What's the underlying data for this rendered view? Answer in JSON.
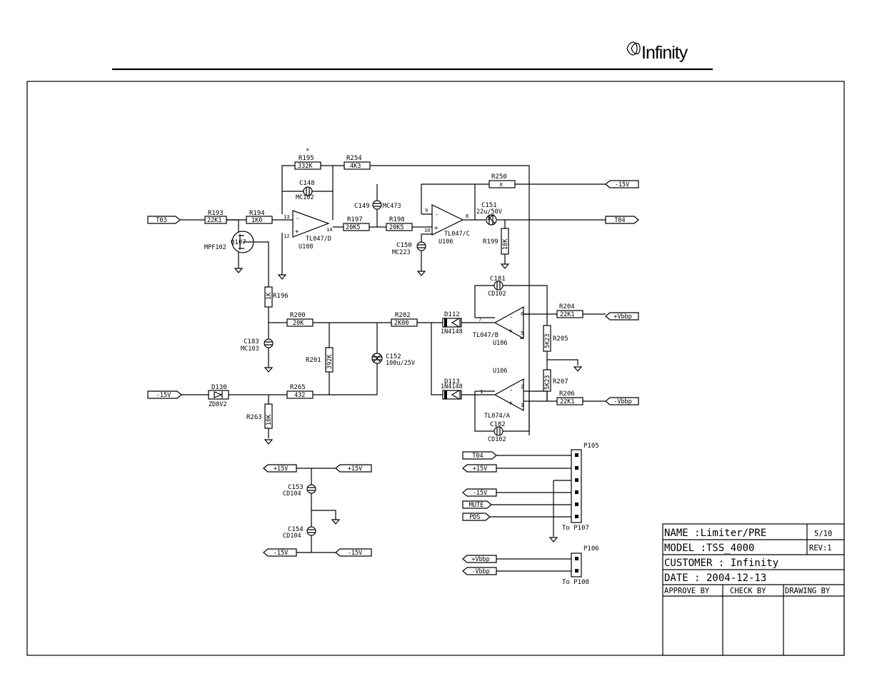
{
  "brand": "Infinity",
  "title_block": {
    "name": "NAME :Limiter/PRE",
    "sheet": "5/10",
    "model": "MODEL :TSS_4000",
    "rev": "REV:1",
    "customer": "CUSTOMER : Infinity",
    "date": "DATE :   2004-12-13",
    "approve": "APPROVE BY",
    "check": "CHECK BY",
    "drawing": "DRAWING BY"
  },
  "ports": {
    "t03_in": "T03",
    "m15_top": "-15V",
    "t04_out": "T04",
    "vbbp_pos": "+Vbbp",
    "vbbp_neg": "-Vbbp",
    "m15_left": "-15V",
    "p15_l": "+15V",
    "p15_r": "+15V",
    "m15_bl": "-15V",
    "m15_br": "-15V",
    "p105_t04": "T04",
    "p105_p15": "+15V",
    "p105_m15": "-15V",
    "p105_mute": "MUTE",
    "p105_pds": "PDS",
    "p106_pos": "+Vbbp",
    "p106_neg": "-Vbbp"
  },
  "components": {
    "r193": {
      "ref": "R193",
      "val": "22K1"
    },
    "r194": {
      "ref": "R194",
      "val": "1K0"
    },
    "r195": {
      "ref": "R195",
      "val": "332K",
      "mark": "*"
    },
    "r254": {
      "ref": "R254",
      "val": "4K3"
    },
    "r250": {
      "ref": "R250",
      "val": "x"
    },
    "r197": {
      "ref": "R197",
      "val": "20K5"
    },
    "r198": {
      "ref": "R198",
      "val": "20K5"
    },
    "r199": {
      "ref": "R199",
      "val": "10K"
    },
    "r196": {
      "ref": "R196",
      "val": "1K"
    },
    "r200": {
      "ref": "R200",
      "val": "20K"
    },
    "r201": {
      "ref": "R201",
      "val": "392K"
    },
    "r202": {
      "ref": "R202",
      "val": "2K00"
    },
    "r204": {
      "ref": "R204",
      "val": "22K1"
    },
    "r205": {
      "ref": "R205",
      "val": "5K23"
    },
    "r206": {
      "ref": "R206",
      "val": "22K1"
    },
    "r207": {
      "ref": "R207",
      "val": "5K23"
    },
    "r263": {
      "ref": "R263",
      "val": "10K"
    },
    "r265": {
      "ref": "R265",
      "val": "432"
    },
    "c148": {
      "ref": "C148",
      "val": "MC102"
    },
    "c149": {
      "ref": "C149",
      "val": "MC473"
    },
    "c150": {
      "ref": "C150",
      "val": "MC223"
    },
    "c151": {
      "ref": "C151",
      "val": "22u/50V"
    },
    "c152": {
      "ref": "C152",
      "val": "100u/25V"
    },
    "c153": {
      "ref": "C153",
      "val": "CD104"
    },
    "c154": {
      "ref": "C154",
      "val": "CD104"
    },
    "c181": {
      "ref": "C181",
      "val": "CD102"
    },
    "c182": {
      "ref": "C182",
      "val": "CD102"
    },
    "c183": {
      "ref": "C183",
      "val": "MC103"
    },
    "d112": {
      "ref": "D112",
      "val": "1N4148"
    },
    "d113": {
      "ref": "D113",
      "val": "1N4148"
    },
    "d130": {
      "ref": "D130",
      "val": "ZD8V2"
    },
    "q107": {
      "ref": "Q107",
      "val": "MPF102"
    },
    "u108": {
      "val": "TL047/D",
      "ref": "U108"
    },
    "u106c": {
      "val": "TL047/C",
      "ref": "U106"
    },
    "u106b": {
      "val": "TL047/B",
      "ref": "U106"
    },
    "u106a": {
      "val": "TL074/A",
      "ref": "U106"
    },
    "u106_label": "U106",
    "p105": {
      "ref": "P105",
      "to": "To P107"
    },
    "p106": {
      "ref": "P106",
      "to": "To P108"
    }
  },
  "pins": {
    "u108": {
      "inv": "13",
      "non": "12",
      "out": "14"
    },
    "u106c": {
      "inv": "9",
      "non": "10",
      "out": "8"
    },
    "u106b": {
      "inv": "6",
      "non": "5",
      "out": "7"
    },
    "u106a": {
      "inv": "2",
      "non": "3",
      "out": "1"
    }
  }
}
